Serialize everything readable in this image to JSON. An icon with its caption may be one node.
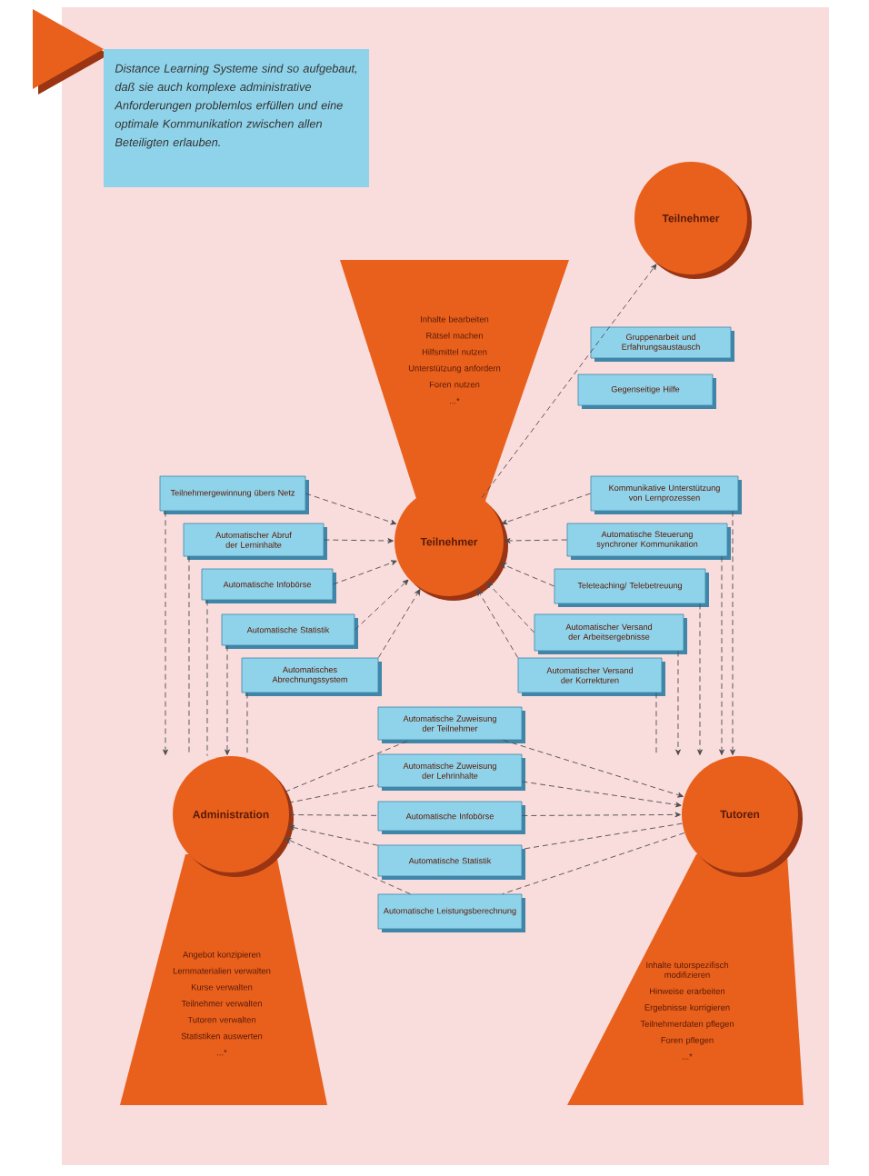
{
  "diagram": {
    "nodes": [
      {
        "text": [
          "Distance Learning Systeme sind so aufgebaut, daß sie auch komplexe administrative Anforderungen problemlos erfüllen und eine optimale Kommunikation zwischen allen Beteiligten erlauben."
        ]
      },
      {
        "text": [
          "Teilnehmer"
        ]
      },
      {
        "text": [
          "Inhalte bearbeiten",
          "Rätsel machen",
          "Hilfsmittel nutzen",
          "Unterstützung anfordern",
          "Foren nutzen",
          "...*"
        ]
      },
      {
        "text": [
          "Teilnehmer"
        ]
      },
      {
        "text": [
          "Gruppenarbeit und Erfahrungsaustausch"
        ]
      },
      {
        "text": [
          "Gegenseitige Hilfe"
        ]
      },
      {
        "text": [
          "Teilnehmergewinnung übers Netz"
        ]
      },
      {
        "text": [
          "Automatischer Abruf der Lerninhalte"
        ]
      },
      {
        "text": [
          "Automatische Infobörse"
        ]
      },
      {
        "text": [
          "Automatische Statistik"
        ]
      },
      {
        "text": [
          "Automatisches Abrechnungssystem"
        ]
      },
      {
        "text": [
          "Kommunikative Unterstützung von Lernprozessen"
        ]
      },
      {
        "text": [
          "Automatische Steuerung synchroner Kommunikation"
        ]
      },
      {
        "text": [
          "Teleteaching/ Telebetreuung"
        ]
      },
      {
        "text": [
          "Automatischer Versand der Arbeitsergebnisse"
        ]
      },
      {
        "text": [
          "Automatischer Versand der Korrekturen"
        ]
      },
      {
        "text": [
          "Automatische Zuweisung der Teilnehmer"
        ]
      },
      {
        "text": [
          "Automatische Zuweisung der Lehrinhalte"
        ]
      },
      {
        "text": [
          "Automatische Infobörse"
        ]
      },
      {
        "text": [
          "Automatische Statistik"
        ]
      },
      {
        "text": [
          "Automatische Leistungsberechnung"
        ]
      },
      {
        "text": [
          "Administration"
        ]
      },
      {
        "text": [
          "Angebot konzipieren",
          "Lernmaterialien verwalten",
          "Kurse verwalten",
          "Teilnehmer verwalten",
          "Tutoren verwalten",
          "Statistiken auswerten",
          "...*"
        ]
      },
      {
        "text": [
          "Tutoren"
        ]
      },
      {
        "text": [
          "Inhalte tutorspezifisch modifizieren",
          "Hinweise erarbeiten",
          "Ergebnisse korrigieren",
          "Teilnehmerdaten pflegen",
          "Foren pflegen",
          "...*"
        ]
      }
    ],
    "edges": [
      {
        "from": 3,
        "to": 1,
        "arrow": "to"
      },
      {
        "from": 6,
        "to": 3,
        "arrow": "to"
      },
      {
        "from": 7,
        "to": 3,
        "arrow": "to"
      },
      {
        "from": 8,
        "to": 3,
        "arrow": "to"
      },
      {
        "from": 9,
        "to": 3,
        "arrow": "to"
      },
      {
        "from": 10,
        "to": 3,
        "arrow": "to"
      },
      {
        "from": 11,
        "to": 3,
        "arrow": "to"
      },
      {
        "from": 12,
        "to": 3,
        "arrow": "to"
      },
      {
        "from": 13,
        "to": 3,
        "arrow": "to"
      },
      {
        "from": 14,
        "to": 3,
        "arrow": "to"
      },
      {
        "from": 15,
        "to": 3,
        "arrow": "to"
      },
      {
        "from": 6,
        "to": 21,
        "arrow": "to"
      },
      {
        "from": 7,
        "to": 21,
        "arrow": "none"
      },
      {
        "from": 8,
        "to": 21,
        "arrow": "none"
      },
      {
        "from": 9,
        "to": 21,
        "arrow": "to"
      },
      {
        "from": 10,
        "to": 21,
        "arrow": "none"
      },
      {
        "from": 11,
        "to": 23,
        "arrow": "to"
      },
      {
        "from": 12,
        "to": 23,
        "arrow": "to"
      },
      {
        "from": 13,
        "to": 23,
        "arrow": "to"
      },
      {
        "from": 14,
        "to": 23,
        "arrow": "to"
      },
      {
        "from": 15,
        "to": 23,
        "arrow": "none"
      },
      {
        "from": 21,
        "to": 16,
        "arrow": "none"
      },
      {
        "from": 16,
        "to": 23,
        "arrow": "to"
      },
      {
        "from": 21,
        "to": 17,
        "arrow": "none"
      },
      {
        "from": 17,
        "to": 23,
        "arrow": "to"
      },
      {
        "from": 21,
        "to": 18,
        "arrow": "none"
      },
      {
        "from": 18,
        "to": 23,
        "arrow": "to"
      },
      {
        "from": 23,
        "to": 19,
        "arrow": "none"
      },
      {
        "from": 19,
        "to": 21,
        "arrow": "to"
      },
      {
        "from": 23,
        "to": 20,
        "arrow": "none"
      },
      {
        "from": 20,
        "to": 21,
        "arrow": "to"
      }
    ]
  }
}
